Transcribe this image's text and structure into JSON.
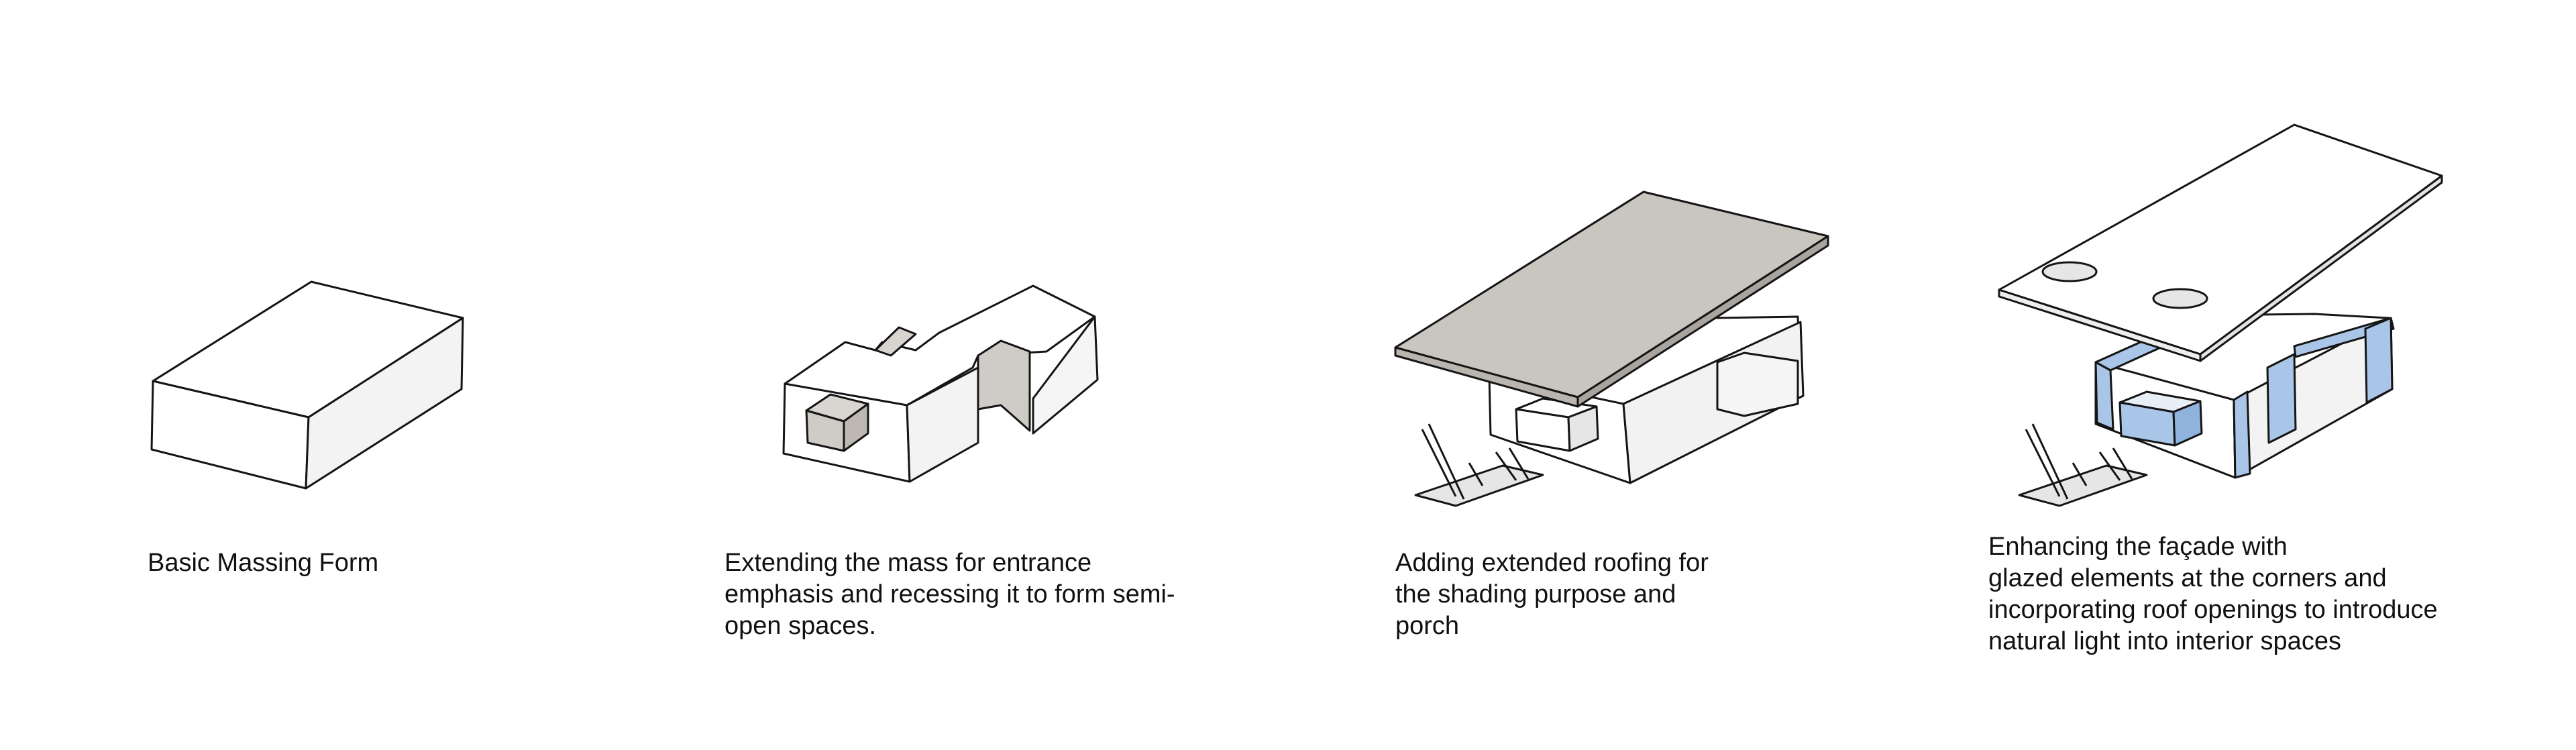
{
  "colors": {
    "stroke": "#151515",
    "white_face": "#ffffff",
    "side_face": "#f2f2f2",
    "grey_box": "#cfcbc6",
    "roof_top": "#c9c5bf",
    "glazing": "#a9c6e8",
    "background": "#ffffff"
  },
  "steps": [
    {
      "caption": "Basic Massing Form"
    },
    {
      "caption": "Extending the mass for entrance\nemphasis and recessing it to form semi-\nopen spaces."
    },
    {
      "caption": "Adding extended roofing  for\nthe shading purpose and\nporch"
    },
    {
      "caption": "Enhancing              the façade with\nglazed elements at the corners and\nincorporating roof openings to introduce\nnatural light into interior spaces"
    }
  ]
}
